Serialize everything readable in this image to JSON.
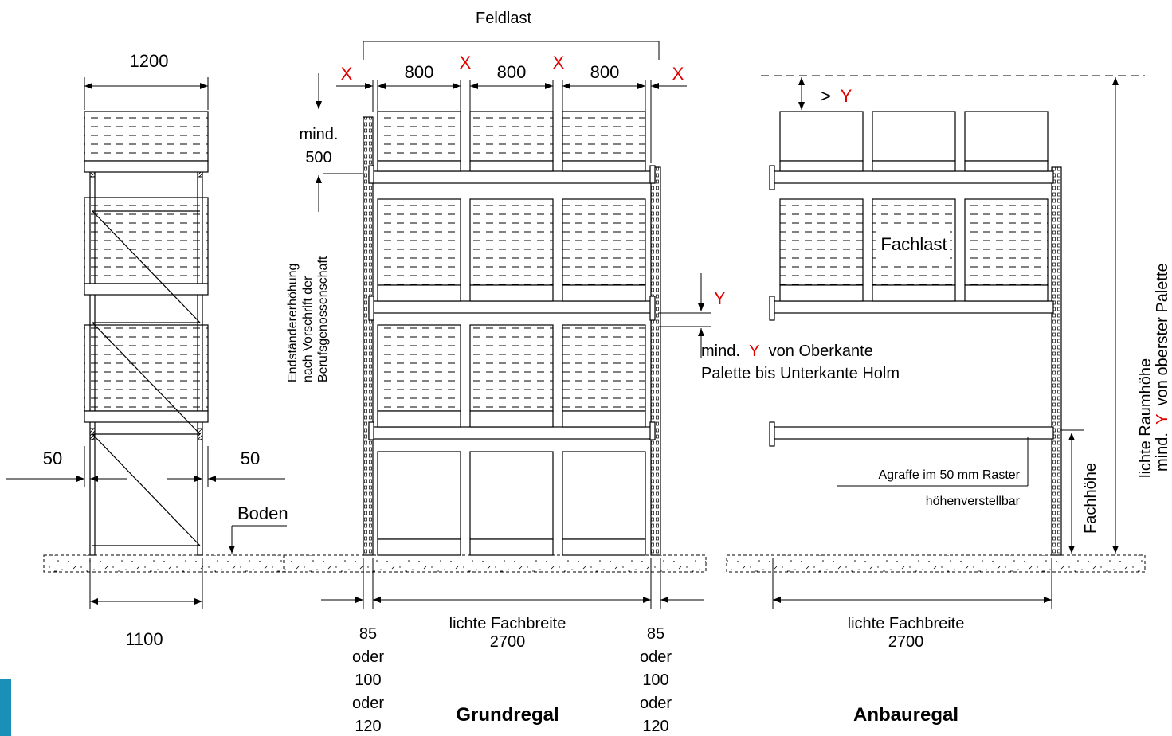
{
  "colors": {
    "accent": "#1a8fb8",
    "highlight": "#e00000",
    "line": "#000000"
  },
  "side_view": {
    "top_width": "1200",
    "bottom_width": "1100",
    "left_offset": "50",
    "right_offset": "50",
    "floor_label": "Boden"
  },
  "front_view": {
    "title": "Grundregal",
    "field_load": "Feldlast",
    "gap_symbol": "X",
    "pallet_widths": [
      "800",
      "800",
      "800"
    ],
    "top_clearance_line1": "mind.",
    "top_clearance_line2": "500",
    "end_upright_text": [
      "Endständererhöhung",
      "nach Vorschrift der",
      "Berufsgenossenschaft"
    ],
    "clear_width_label": "lichte Fachbreite",
    "clear_width_value": "2700",
    "upright_options": [
      "85",
      "oder",
      "100",
      "oder",
      "120"
    ],
    "gap_y_symbol": "Y",
    "note_line1_prefix": "mind.",
    "note_line1_y": "Y",
    "note_line1_suffix": "von Oberkante",
    "note_line2": "Palette bis Unterkante Holm"
  },
  "add_on_view": {
    "title": "Anbauregal",
    "top_gap_prefix": ">",
    "top_gap_symbol": "Y",
    "compartment_load": "Fachlast",
    "hook_note": "Agraffe im 50 mm Raster",
    "adjustable_note": "höhenverstellbar",
    "compartment_height": "Fachhöhe",
    "room_height_line1": "lichte Raumhöhe",
    "room_height_line2_prefix": "mind.",
    "room_height_line2_y": "Y",
    "room_height_line2_suffix": "von oberster Palette",
    "clear_width_label": "lichte Fachbreite",
    "clear_width_value": "2700"
  }
}
